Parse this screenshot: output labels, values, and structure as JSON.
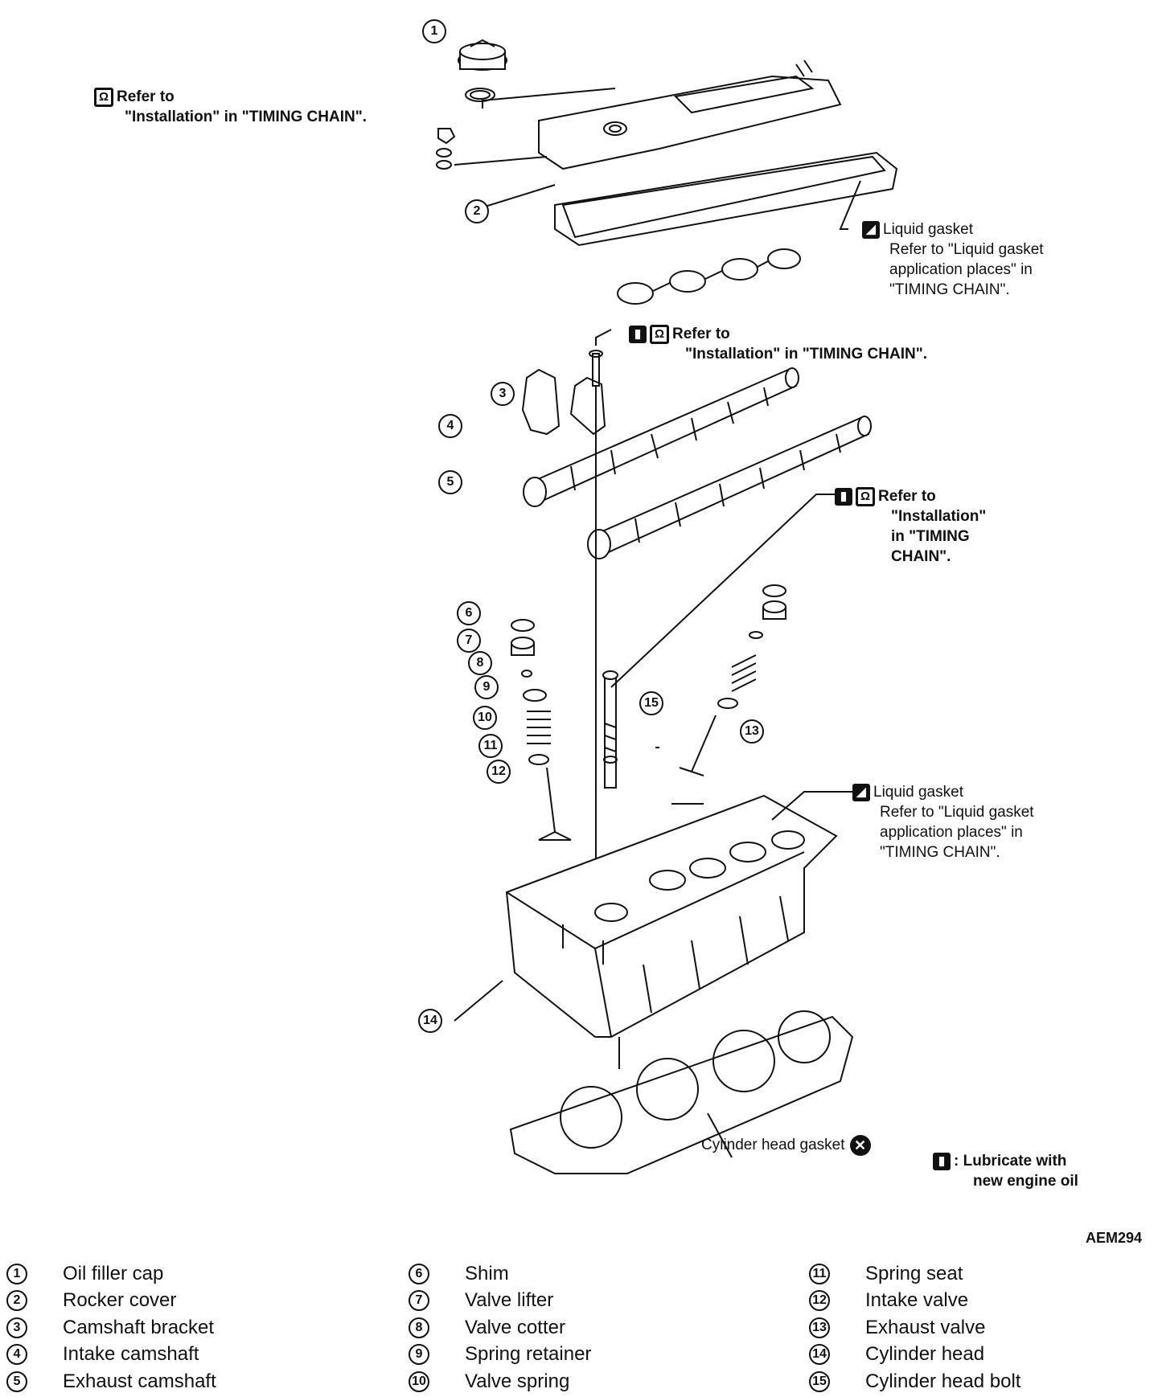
{
  "figure_code": "AEM294",
  "annotations": {
    "top_left": {
      "line1": "Refer to",
      "line2": "\"Installation\" in \"TIMING CHAIN\"."
    },
    "liquid_gasket_upper": {
      "line1": "Liquid gasket",
      "line2": "Refer to \"Liquid gasket",
      "line3": "application places\" in",
      "line4": "\"TIMING CHAIN\"."
    },
    "middle": {
      "line1": "Refer to",
      "line2": "\"Installation\" in \"TIMING CHAIN\"."
    },
    "right": {
      "line1": "Refer to",
      "line2": "\"Installation\"",
      "line3": "in \"TIMING",
      "line4": "CHAIN\"."
    },
    "liquid_gasket_lower": {
      "line1": "Liquid gasket",
      "line2": "Refer to \"Liquid gasket",
      "line3": "application places\" in",
      "line4": "\"TIMING CHAIN\"."
    },
    "cylinder_head_gasket": "Cylinder head gasket",
    "lubricate": {
      "line1": ": Lubricate with",
      "line2": "new engine oil"
    }
  },
  "callouts": [
    "1",
    "2",
    "3",
    "4",
    "5",
    "6",
    "7",
    "8",
    "9",
    "10",
    "11",
    "12",
    "13",
    "14",
    "15"
  ],
  "legend": [
    {
      "num": "1",
      "label": "Oil filler cap"
    },
    {
      "num": "2",
      "label": "Rocker cover"
    },
    {
      "num": "3",
      "label": "Camshaft bracket"
    },
    {
      "num": "4",
      "label": "Intake camshaft"
    },
    {
      "num": "5",
      "label": "Exhaust camshaft"
    },
    {
      "num": "6",
      "label": "Shim"
    },
    {
      "num": "7",
      "label": "Valve lifter"
    },
    {
      "num": "8",
      "label": "Valve cotter"
    },
    {
      "num": "9",
      "label": "Spring retainer"
    },
    {
      "num": "10",
      "label": "Valve spring"
    },
    {
      "num": "11",
      "label": "Spring seat"
    },
    {
      "num": "12",
      "label": "Intake valve"
    },
    {
      "num": "13",
      "label": "Exhaust valve"
    },
    {
      "num": "14",
      "label": "Cylinder head"
    },
    {
      "num": "15",
      "label": "Cylinder head bolt"
    }
  ],
  "icons": {
    "torque_symbol": "wrench-torque-icon",
    "oil_symbol": "oil-can-icon",
    "gasket_symbol": "liquid-gasket-icon",
    "replace_symbol": "do-not-reuse-icon"
  }
}
